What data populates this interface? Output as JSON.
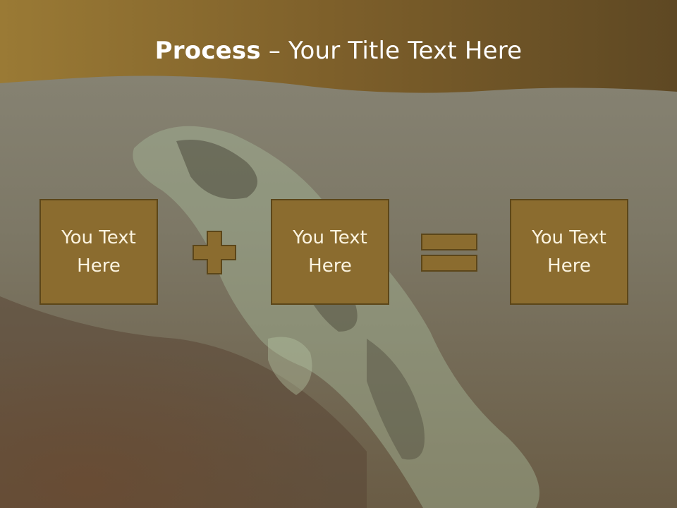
{
  "slide": {
    "title_bold": "Process",
    "title_dash": " – ",
    "title_rest": "Your Title Text Here"
  },
  "boxes": [
    {
      "text": "You Text Here"
    },
    {
      "text": "You Text Here"
    },
    {
      "text": "You Text Here"
    }
  ],
  "operators": [
    "plus-icon",
    "equals-icon"
  ],
  "colors": {
    "header_gold": "#8b6c2f",
    "box_fill": "#8b6c2f",
    "box_border": "#5c4619",
    "text_white": "#ffffff"
  }
}
